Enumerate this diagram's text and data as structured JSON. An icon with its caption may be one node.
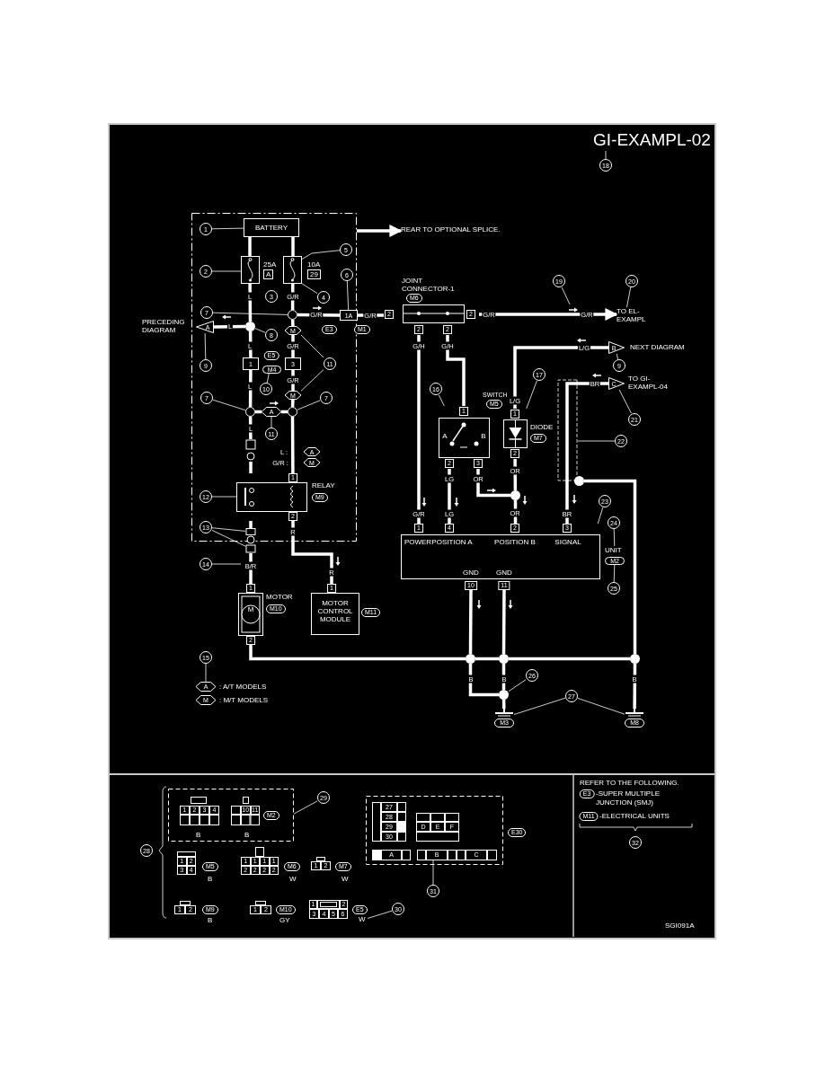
{
  "diagram": {
    "nodes": [
      {
        "text": [],
        "shape": "box"
      },
      {
        "text": [
          "BATTERY"
        ],
        "in": 0
      },
      {
        "text": [],
        "shape": "fuse",
        "in": 0,
        "beside": [
          "25A",
          "A"
        ]
      },
      {
        "text": [],
        "shape": "fuse",
        "in": 0,
        "beside": [
          "10A",
          "29"
        ]
      },
      {
        "text": [],
        "shape": "circle",
        "in": 0
      },
      {
        "text": [],
        "shape": "circle",
        "in": 0
      },
      {
        "text": [
          "A"
        ],
        "in": 0,
        "beside": [
          "PRECEDING DIAGRAM"
        ]
      },
      {
        "text": [
          "1A"
        ],
        "in": 0,
        "beside": [
          "E3",
          "M1"
        ]
      },
      {
        "text": [
          "M"
        ],
        "in": 0
      },
      {
        "text": [
          "1"
        ],
        "in": 0
      },
      {
        "text": [
          "3"
        ],
        "in": 0
      },
      {
        "text": [
          "M"
        ],
        "in": 0
      },
      {
        "text": [],
        "shape": "circle",
        "in": 0
      },
      {
        "text": [
          "A"
        ],
        "in": 0
      },
      {
        "text": [],
        "shape": "circle",
        "in": 0
      },
      {
        "text": [],
        "shape": "relay",
        "in": 0,
        "beside": [
          "RELAY",
          "M9"
        ]
      },
      {
        "text": [
          "A"
        ],
        "in": 0
      },
      {
        "text": [
          "M"
        ],
        "in": 0
      },
      {
        "text": [
          "M"
        ],
        "beside": [
          "MOTOR",
          "M10"
        ]
      },
      {
        "text": [
          "MOTOR CONTROL MODULE"
        ],
        "beside": [
          "M11"
        ]
      },
      {
        "text": [
          "REAR TO OPTIONAL SPLICE."
        ]
      },
      {
        "text": [
          "GI-EXAMPL-02"
        ]
      },
      {
        "text": [],
        "shape": "box",
        "beside": [
          "JOINT CONNECTOR-1",
          "M6"
        ]
      },
      {
        "text": [
          "TO EL-EXAMPL"
        ]
      },
      {
        "text": [
          "B"
        ],
        "beside": [
          "NEXT DIAGRAM"
        ]
      },
      {
        "text": [
          "C"
        ],
        "beside": [
          "TO GI-EXAMPL-04"
        ]
      },
      {
        "text": [
          "A",
          "B"
        ],
        "beside": [
          "SWITCH",
          "M5"
        ]
      },
      {
        "text": [],
        "shape": "diode",
        "beside": [
          "DIODE",
          "M7"
        ]
      },
      {
        "text": [],
        "shape": "circle"
      },
      {
        "text": [],
        "shape": "circle"
      },
      {
        "text": [
          "POWER",
          "POSITION A",
          "POSITION B",
          "SIGNAL",
          "GND",
          "GND"
        ]
      },
      {
        "text": [
          "UNIT"
        ]
      },
      {
        "text": [
          "M2"
        ]
      },
      {
        "text": [],
        "shape": "circle"
      },
      {
        "text": [],
        "shape": "circle"
      },
      {
        "text": [],
        "shape": "circle"
      },
      {
        "text": [],
        "shape": "circle"
      },
      {
        "text": [
          "M3"
        ]
      },
      {
        "text": [
          "M8"
        ]
      },
      {
        "text": [
          "A"
        ]
      },
      {
        "text": [
          "M"
        ]
      },
      {
        "text": [],
        "shape": "box"
      },
      {
        "text": [
          "1",
          "2",
          "3",
          "4"
        ],
        "in": 41,
        "beside": [
          "B"
        ]
      },
      {
        "text": [
          "10",
          "11"
        ],
        "in": 41,
        "beside": [
          "M2",
          "B"
        ]
      },
      {
        "text": [
          "1",
          "2",
          "3",
          "4"
        ],
        "beside": [
          "M5",
          "B"
        ]
      },
      {
        "text": [
          "1",
          "1",
          "1",
          "1",
          "2",
          "2",
          "2",
          "2"
        ],
        "beside": [
          "M6",
          "W"
        ]
      },
      {
        "text": [
          "1",
          "2"
        ],
        "beside": [
          "M7",
          "W"
        ]
      },
      {
        "text": [
          "1",
          "2"
        ],
        "beside": [
          "M9",
          "B"
        ]
      },
      {
        "text": [
          "1",
          "2"
        ],
        "beside": [
          "M10",
          "GY"
        ]
      },
      {
        "text": [
          "1",
          "2",
          "3",
          "4",
          "5",
          "6"
        ],
        "beside": [
          "E5"
        ]
      },
      {
        "text": [
          "W"
        ]
      },
      {
        "text": [],
        "shape": "box",
        "beside": [
          "E30"
        ]
      },
      {
        "text": [
          "27",
          "28",
          "29",
          "30"
        ],
        "in": 51
      },
      {
        "text": [
          "D",
          "E",
          "F"
        ],
        "in": 51
      },
      {
        "text": [
          "A"
        ],
        "in": 51
      },
      {
        "text": [
          "B",
          "C"
        ],
        "in": 51
      },
      {
        "text": [
          "1"
        ],
        "in": 0
      },
      {
        "text": [
          "2"
        ],
        "in": 0
      },
      {
        "text": [
          "3"
        ],
        "in": 0
      },
      {
        "text": [
          "4"
        ],
        "in": 0
      },
      {
        "text": [
          "5"
        ],
        "in": 0
      },
      {
        "text": [
          "6"
        ],
        "in": 0
      },
      {
        "text": [
          "7"
        ],
        "in": 0
      },
      {
        "text": [
          "8"
        ],
        "in": 0
      },
      {
        "text": [
          "9"
        ],
        "in": 0
      },
      {
        "text": [
          "10"
        ],
        "in": 0
      },
      {
        "text": [
          "11"
        ],
        "in": 0
      },
      {
        "text": [
          "7"
        ],
        "in": 0
      },
      {
        "text": [
          "7"
        ],
        "in": 0
      },
      {
        "text": [
          "11"
        ],
        "in": 0
      },
      {
        "text": [
          "12"
        ],
        "in": 0
      },
      {
        "text": [
          "13"
        ],
        "in": 0
      },
      {
        "text": [
          "14"
        ]
      },
      {
        "text": [
          "15"
        ]
      },
      {
        "text": [
          "16"
        ]
      },
      {
        "text": [
          "17"
        ]
      },
      {
        "text": [
          "18"
        ]
      },
      {
        "text": [
          "19"
        ]
      },
      {
        "text": [
          "20"
        ]
      },
      {
        "text": [
          "9"
        ]
      },
      {
        "text": [
          "21"
        ]
      },
      {
        "text": [
          "22"
        ]
      },
      {
        "text": [
          "23"
        ]
      },
      {
        "text": [
          "24"
        ]
      },
      {
        "text": [
          "25"
        ]
      },
      {
        "text": [
          "26"
        ]
      },
      {
        "text": [
          "27"
        ]
      },
      {
        "text": [
          "28"
        ]
      },
      {
        "text": [
          "29"
        ]
      },
      {
        "text": [
          "30"
        ]
      },
      {
        "text": [
          "31"
        ]
      },
      {
        "text": [
          "32"
        ]
      },
      {
        "text": [
          "M4"
        ],
        "in": 0
      },
      {
        "text": [],
        "shape": "connector"
      },
      {
        "text": [],
        "shape": "connector",
        "in": 0
      }
    ],
    "edges": [
      {
        "from": 56,
        "to": 1,
        "arrow": "none"
      },
      {
        "from": 57,
        "to": 2,
        "arrow": "none"
      },
      {
        "from": 59,
        "to": 3,
        "arrow": "none"
      },
      {
        "from": 60,
        "to": 3,
        "arrow": "none"
      },
      {
        "from": 61,
        "to": 7,
        "arrow": "none"
      },
      {
        "from": 62,
        "to": 4,
        "arrow": "none"
      },
      {
        "from": 63,
        "to": 5,
        "arrow": "none"
      },
      {
        "from": 64,
        "to": 6,
        "arrow": "none"
      },
      {
        "from": 65,
        "to": 92,
        "arrow": "none"
      },
      {
        "from": 66,
        "to": 8,
        "arrow": "none"
      },
      {
        "from": 66,
        "to": 11,
        "arrow": "none"
      },
      {
        "from": 67,
        "to": 12,
        "arrow": "none"
      },
      {
        "from": 68,
        "to": 14,
        "arrow": "none"
      },
      {
        "from": 69,
        "to": 13,
        "arrow": "none"
      },
      {
        "from": 70,
        "to": 15,
        "arrow": "none"
      },
      {
        "from": 71,
        "to": 93,
        "arrow": "none"
      },
      {
        "from": 71,
        "to": 93,
        "arrow": "none"
      },
      {
        "from": 72,
        "to": null,
        "arrow": "none"
      },
      {
        "from": 73,
        "to": 39,
        "arrow": "none"
      },
      {
        "from": 74,
        "to": 26,
        "arrow": "none"
      },
      {
        "from": 75,
        "to": 27,
        "arrow": "none"
      },
      {
        "from": 76,
        "to": 21,
        "arrow": "none"
      },
      {
        "from": 77,
        "to": null,
        "arrow": "none"
      },
      {
        "from": 78,
        "to": 23,
        "arrow": "none"
      },
      {
        "from": 79,
        "to": 24,
        "arrow": "none"
      },
      {
        "from": 80,
        "to": 25,
        "arrow": "none"
      },
      {
        "from": 81,
        "to": null,
        "arrow": "none"
      },
      {
        "from": 82,
        "to": 30,
        "arrow": "none"
      },
      {
        "from": 83,
        "to": 31,
        "arrow": "none"
      },
      {
        "from": 84,
        "to": 32,
        "arrow": "none"
      },
      {
        "from": 85,
        "to": 36,
        "arrow": "none"
      },
      {
        "from": 86,
        "to": 37,
        "arrow": "none"
      },
      {
        "from": 86,
        "to": 38,
        "arrow": "none"
      },
      {
        "from": 88,
        "to": 41,
        "arrow": "none"
      },
      {
        "from": 89,
        "to": 50,
        "arrow": "none"
      },
      {
        "from": 90,
        "to": 55,
        "arrow": "none"
      },
      {
        "from": 1,
        "to": 2,
        "arrow": "none"
      },
      {
        "from": 1,
        "to": 3,
        "arrow": "none"
      },
      {
        "from": 2,
        "to": 5,
        "arrow": "none",
        "label": "L"
      },
      {
        "from": 3,
        "to": 4,
        "arrow": "none",
        "label": "G/R"
      },
      {
        "from": 4,
        "to": 7,
        "arrow": "none",
        "label": "G/R"
      },
      {
        "from": 7,
        "to": 22,
        "arrow": "none",
        "label": "G/R"
      },
      {
        "from": 4,
        "to": 8,
        "arrow": "none"
      },
      {
        "from": 8,
        "to": 10,
        "arrow": "none",
        "label": "G/R"
      },
      {
        "from": 5,
        "to": 6,
        "arrow": "none",
        "label": "L"
      },
      {
        "from": 5,
        "to": 9,
        "arrow": "none",
        "label": "L"
      },
      {
        "from": 9,
        "to": 12,
        "arrow": "none",
        "label": "L"
      },
      {
        "from": 10,
        "to": 11,
        "arrow": "none",
        "label": "G/R"
      },
      {
        "from": 11,
        "to": 14,
        "arrow": "none"
      },
      {
        "from": 12,
        "to": 13,
        "arrow": "none"
      },
      {
        "from": 13,
        "to": 14,
        "arrow": "none"
      },
      {
        "from": 12,
        "to": 94,
        "arrow": "none",
        "label": "L"
      },
      {
        "from": 14,
        "to": 15,
        "arrow": "none"
      },
      {
        "from": 93,
        "to": 18,
        "arrow": "none",
        "label": "B/R"
      },
      {
        "from": 15,
        "to": 19,
        "arrow": "none",
        "label": "R"
      },
      {
        "from": 18,
        "to": 33,
        "arrow": "none"
      },
      {
        "from": 22,
        "to": 23,
        "arrow": "to",
        "label": "G/R"
      },
      {
        "from": 22,
        "to": 30,
        "arrow": "none",
        "label": "G/H"
      },
      {
        "from": 22,
        "to": 26,
        "arrow": "none",
        "label": "G/H"
      },
      {
        "from": 24,
        "to": 27,
        "arrow": "none",
        "label": "L/G"
      },
      {
        "from": 26,
        "to": 30,
        "arrow": "none",
        "label": "LG"
      },
      {
        "from": 26,
        "to": 28,
        "arrow": "none",
        "label": "OR"
      },
      {
        "from": 27,
        "to": 28,
        "arrow": "none",
        "label": "OR"
      },
      {
        "from": 28,
        "to": 30,
        "arrow": "none",
        "label": "OR"
      },
      {
        "from": 25,
        "to": 30,
        "arrow": "none",
        "label": "BR"
      },
      {
        "from": 29,
        "to": 35,
        "arrow": "none"
      },
      {
        "from": 30,
        "to": 33,
        "arrow": "none"
      },
      {
        "from": 30,
        "to": 34,
        "arrow": "none"
      },
      {
        "from": 33,
        "to": 34,
        "arrow": "none"
      },
      {
        "from": 34,
        "to": 35,
        "arrow": "none"
      },
      {
        "from": 33,
        "to": 36,
        "arrow": "none",
        "label": "B"
      },
      {
        "from": 34,
        "to": 36,
        "arrow": "none",
        "label": "B"
      },
      {
        "from": 36,
        "to": 37,
        "arrow": "none"
      },
      {
        "from": 35,
        "to": 38,
        "arrow": "none",
        "label": "B"
      },
      {
        "from": 0,
        "to": 20,
        "arrow": "to"
      },
      {
        "from": 94,
        "to": 15,
        "arrow": "none"
      },
      {
        "from": 15,
        "to": 93,
        "arrow": "none"
      }
    ],
    "labels": [
      "2",
      "2",
      "G/R",
      "2",
      "2",
      "1",
      "2",
      "3",
      "L/G",
      "1",
      "2",
      "G/R",
      "1",
      "LG",
      "4",
      "2",
      "BR",
      "3",
      "10",
      "11",
      "1",
      "2",
      "L :",
      "G/R :",
      "1",
      "2",
      "R",
      "1",
      "E5",
      ": A/T MODELS",
      ": M/T MODELS",
      "REFER TO THE FOLLOWING.",
      "E3",
      "-SUPER MULTIPLE JUNCTION (SMJ)",
      "M11",
      "-ELECTRICAL UNITS",
      "SGI091A"
    ]
  }
}
